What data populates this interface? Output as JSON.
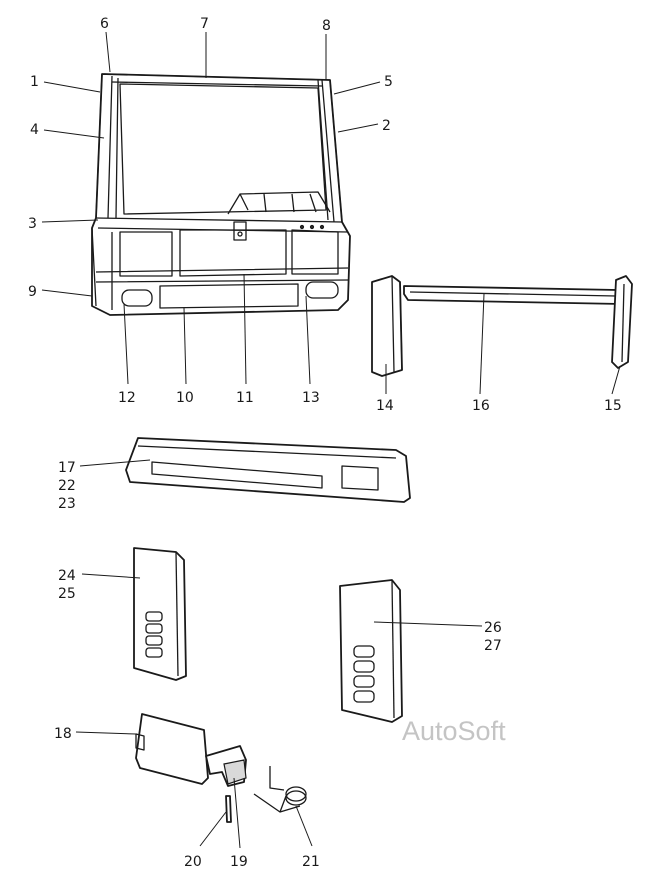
{
  "diagram": {
    "callouts": [
      "1",
      "2",
      "3",
      "4",
      "5",
      "6",
      "7",
      "8",
      "9",
      "10",
      "11",
      "12",
      "13",
      "14",
      "15",
      "16",
      "17",
      "18",
      "19",
      "20",
      "21",
      "24",
      "26"
    ],
    "multi_labels": {
      "17": [
        "17",
        "22",
        "23"
      ],
      "24": [
        "24",
        "25"
      ],
      "26": [
        "26",
        "27"
      ]
    },
    "watermark": "AutoSoft"
  },
  "colors": {
    "ink": "#1a1a1a",
    "paper": "#ffffff",
    "watermark": "#c4c4c4"
  }
}
